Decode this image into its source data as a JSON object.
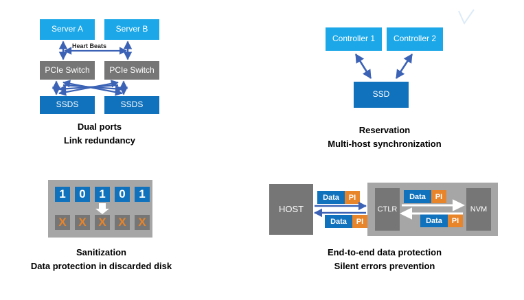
{
  "colors": {
    "light_blue": "#1CA8E8",
    "dark_blue": "#1072BC",
    "gray": "#767676",
    "panel_gray": "#A6A6A6",
    "orange": "#E8842A",
    "arrow_blue": "#3B62B5",
    "white": "#FFFFFF",
    "text": "#000000"
  },
  "panels": {
    "dual_ports": {
      "boxes": {
        "server_a": "Server A",
        "server_b": "Server B",
        "switch_left": "PCIe Switch",
        "switch_right": "PCIe Switch",
        "ssds_left": "SSDS",
        "ssds_right": "SSDS"
      },
      "link_label": "Heart Beats",
      "caption_line1": "Dual ports",
      "caption_line2": "Link redundancy"
    },
    "reservation": {
      "boxes": {
        "controller_1": "Controller 1",
        "controller_2": "Controller 2",
        "ssd": "SSD"
      },
      "caption_line1": "Reservation",
      "caption_line2": "Multi-host synchronization"
    },
    "sanitization": {
      "bits": [
        "1",
        "0",
        "1",
        "0",
        "1"
      ],
      "erased": [
        "X",
        "X",
        "X",
        "X",
        "X"
      ],
      "caption_line1": "Sanitization",
      "caption_line2": "Data protection in discarded disk"
    },
    "end_to_end": {
      "boxes": {
        "host": "HOST",
        "ctlr": "CTLR",
        "nvm": "NVM"
      },
      "packets": [
        {
          "data": "Data",
          "pi": "PI"
        },
        {
          "data": "Data",
          "pi": "PI"
        },
        {
          "data": "Data",
          "pi": "PI"
        },
        {
          "data": "Data",
          "pi": "PI"
        }
      ],
      "caption_line1": "End-to-end data protection",
      "caption_line2": "Silent errors prevention"
    }
  }
}
